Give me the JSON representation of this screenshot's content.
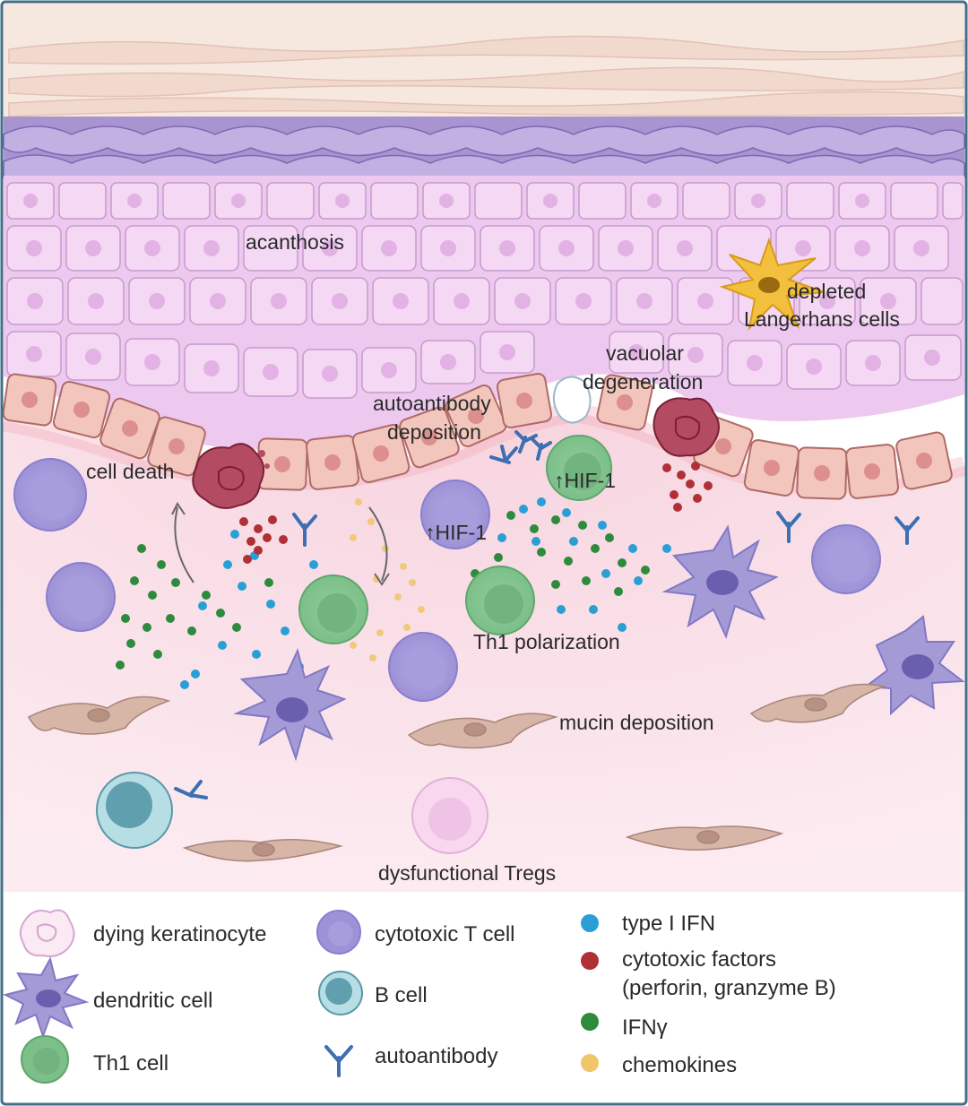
{
  "diagram": {
    "labels": {
      "acanthosis": "acanthosis",
      "depleted_1": "depleted",
      "depleted_2": "Langerhans cells",
      "vacuolar_1": "vacuolar",
      "vacuolar_2": "degeneration",
      "autoantibody_1": "autoantibody",
      "autoantibody_2": "deposition",
      "cell_death": "cell death",
      "hif_left": "↑HIF-1",
      "hif_right": "↑HIF-1",
      "th1_polarization": "Th1 polarization",
      "mucin": "mucin deposition",
      "tregs": "dysfunctional Tregs"
    }
  },
  "legend": {
    "dying_keratinocyte": "dying keratinocyte",
    "dendritic_cell": "dendritic cell",
    "th1_cell": "Th1 cell",
    "cytotoxic_t_cell": "cytotoxic T cell",
    "b_cell": "B cell",
    "autoantibody": "autoantibody",
    "type_i_ifn": "type I IFN",
    "cytotoxic_factors_1": "cytotoxic factors",
    "cytotoxic_factors_2": "(perforin, granzyme B)",
    "ifn_gamma": "IFNγ",
    "chemokines": "chemokines"
  },
  "colors": {
    "frame": "#3f6f8a",
    "stratum_corneum": "#f6e6dd",
    "granular": "#b8a1d6",
    "spinous": "#ecc8ee",
    "basal": "#f2c7bd",
    "dermis": "#fbe6ee",
    "type_i_ifn": "#2a9fd6",
    "cytotoxic_factors": "#b03035",
    "ifn_gamma": "#2e8b3e",
    "chemokines": "#f0c66b"
  }
}
